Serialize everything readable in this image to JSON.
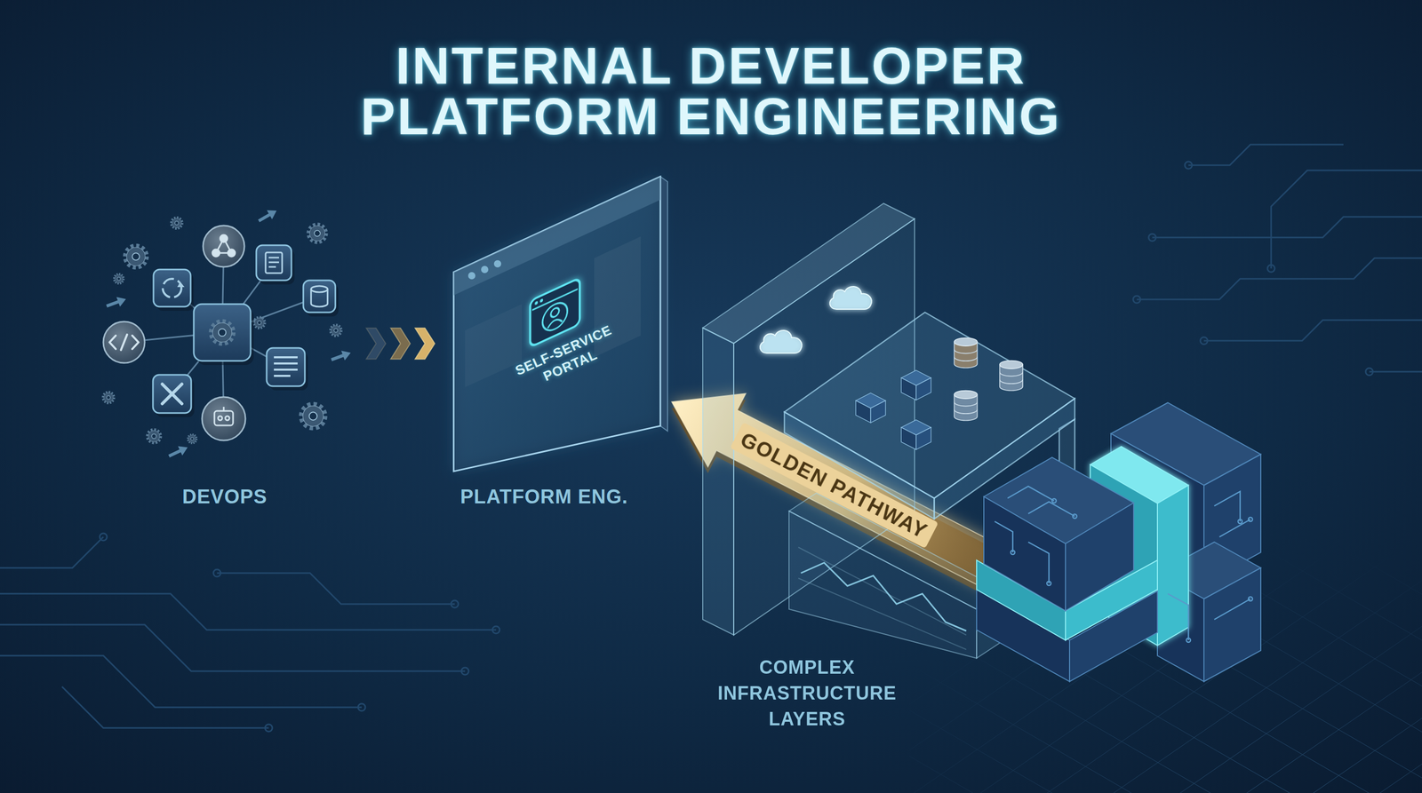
{
  "diagram": {
    "title": "INTERNAL DEVELOPER PLATFORM ENGINEERING",
    "nodes": [
      {
        "text": [
          "DEVOPS"
        ]
      },
      {
        "text": [
          "SELF-SERVICE PORTAL",
          "PLATFORM ENG."
        ]
      },
      {
        "text": [
          "COMPLEX INFRASTRUCTURE LAYERS"
        ]
      }
    ],
    "edges": [
      {
        "from": 0,
        "to": 1,
        "arrow": "to"
      },
      {
        "from": 2,
        "to": 1,
        "label": "GOLDEN PATHWAY",
        "arrow": "to"
      }
    ]
  }
}
